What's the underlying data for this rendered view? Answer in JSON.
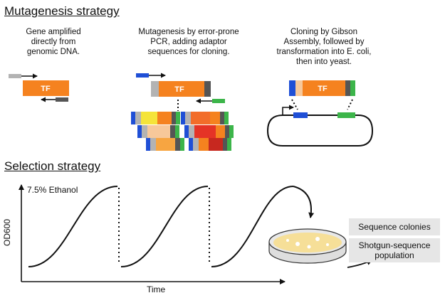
{
  "mutagenesis": {
    "title": "Mutagenesis strategy",
    "steps": [
      {
        "line1": "Gene amplified",
        "line2": "directly from",
        "line3": "genomic DNA."
      },
      {
        "line1": "Mutagenesis by error-prone",
        "line2": "PCR, adding adaptor",
        "line3": "sequences for cloning."
      },
      {
        "line1": "Cloning by Gibson",
        "line2": "Assembly, followed by",
        "line3": "transformation into E. coli,",
        "line4": "then into yeast."
      }
    ],
    "gene_label": "TF"
  },
  "selection": {
    "title": "Selection strategy",
    "condition_label": "7.5% Ethanol",
    "y_axis_label": "OD600",
    "x_axis_label": "Time",
    "outputs": [
      "Sequence colonies",
      "Shotgun-sequence population"
    ]
  },
  "colors": {
    "tf_orange": "#f5821f",
    "adaptor_blue": "#1f4fd6",
    "adaptor_green": "#3cb54a",
    "primer_grey": "#b3b3b3",
    "dark_grey": "#555555",
    "plate_yellow": "#f6df98"
  }
}
